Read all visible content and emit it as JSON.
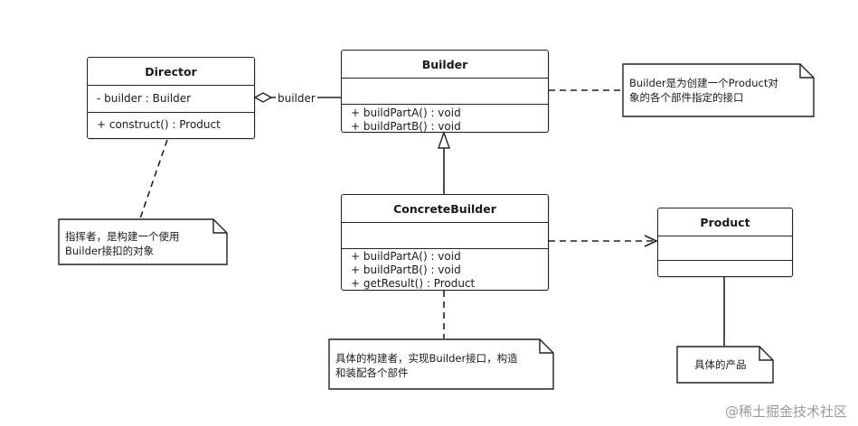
{
  "classes": {
    "director": {
      "name": "Director",
      "attributes": [
        "- builder : Builder"
      ],
      "methods": [
        "+ construct()  : Product"
      ]
    },
    "builder": {
      "name": "Builder",
      "attributes": [],
      "methods": [
        "+ buildPartA() : void",
        "+ buildPartB() : void"
      ]
    },
    "concrete_builder": {
      "name": "ConcreteBuilder",
      "attributes": [],
      "methods": [
        "+ buildPartA() : void",
        "+ buildPartB() : void",
        "+ getResult() : Product"
      ]
    },
    "product": {
      "name": "Product",
      "attributes": [],
      "methods": []
    }
  },
  "relations": {
    "aggregation_label": "builder"
  },
  "notes": {
    "builder_note": "Builder是为创建一个Product对\n象的各个部件指定的接口",
    "director_note": "指挥者，是构建一个使用\nBuilder接扣的对象",
    "concrete_note": "具体的构建者，实现Builder接口，构造\n和装配各个部件",
    "product_note": "具体的产品"
  },
  "watermark": "@稀土掘金技术社区",
  "colors": {
    "line": "#222222",
    "watermark": "#9a9a9a"
  }
}
